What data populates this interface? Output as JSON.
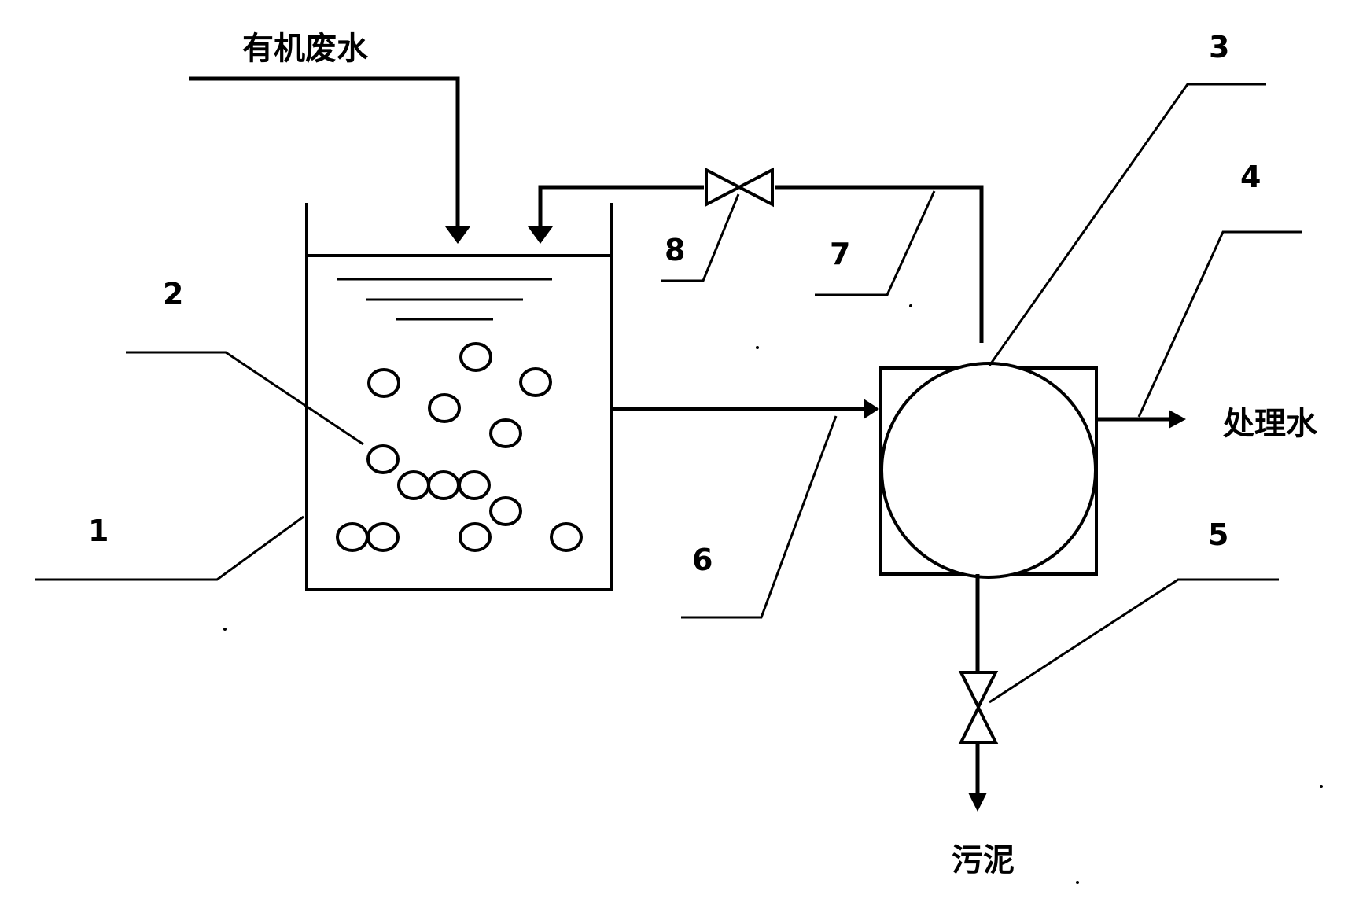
{
  "labels": {
    "inlet": "有机废水",
    "treated": "处理水",
    "sludge": "污泥"
  },
  "callouts": [
    "1",
    "2",
    "3",
    "4",
    "5",
    "6",
    "7",
    "8"
  ],
  "colors": {
    "ink": "#000000",
    "background": "#ffffff"
  }
}
